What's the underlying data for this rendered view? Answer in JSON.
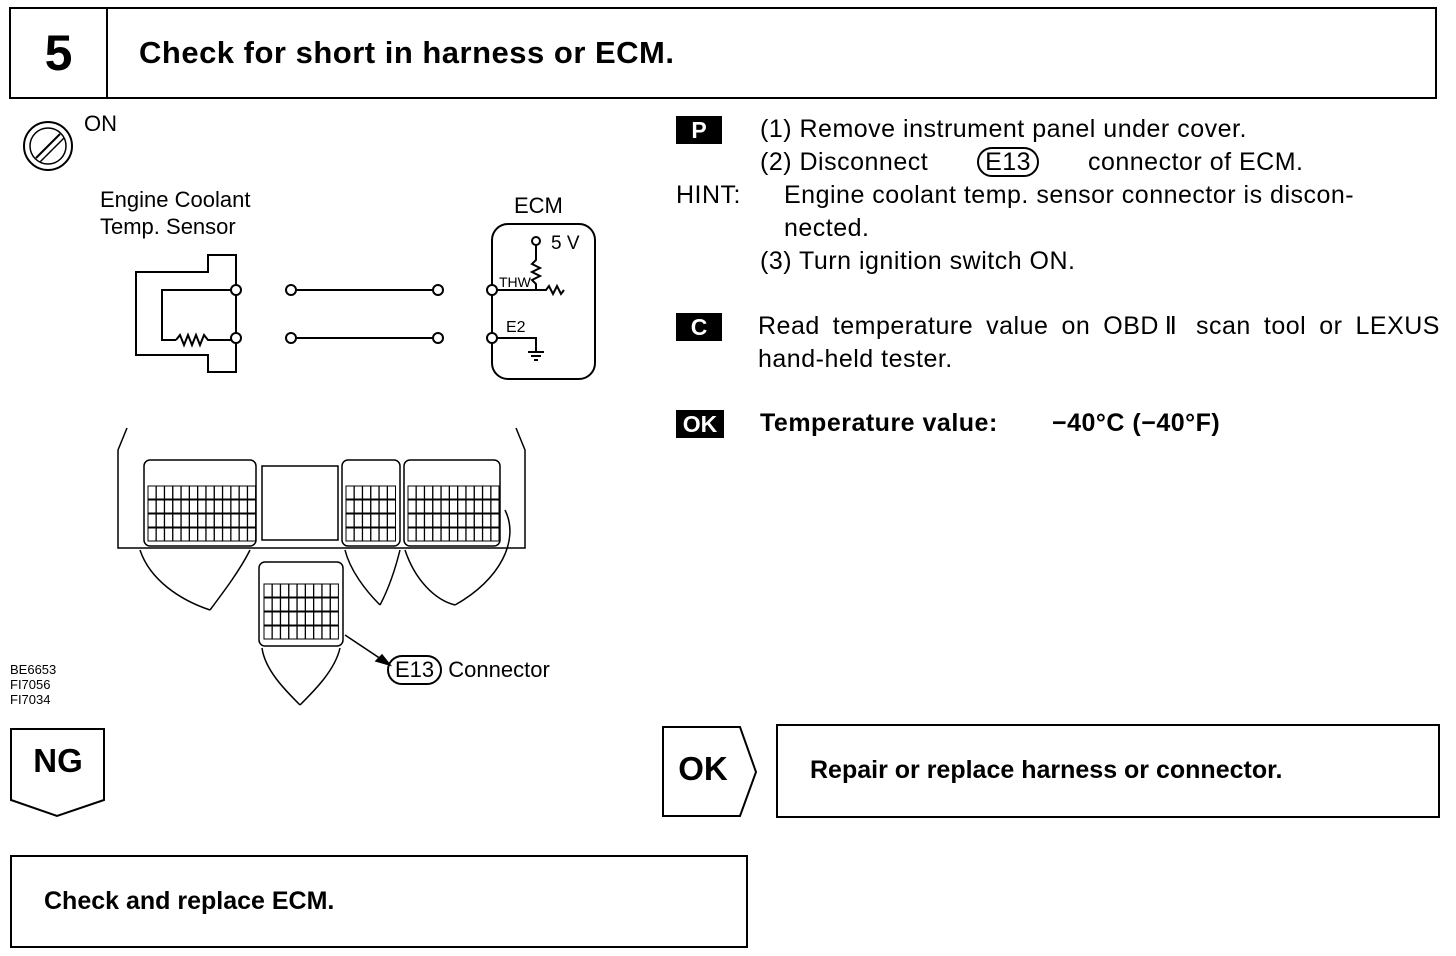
{
  "step": {
    "number": "5",
    "title": "Check for short in harness or ECM."
  },
  "diagram": {
    "ignition_label": "ON",
    "sensor_label_line1": "Engine Coolant",
    "sensor_label_line2": "Temp. Sensor",
    "ecm_label": "ECM",
    "voltage_label": "5 V",
    "thw_label": "THW",
    "e2_label": "E2",
    "connector_code": "E13",
    "connector_label": "Connector",
    "figure_codes": [
      "BE6653",
      "FI7056",
      "FI7034"
    ]
  },
  "procedure": {
    "p_badge": "P",
    "step1": "(1) Remove instrument panel under cover.",
    "step2_prefix": "(2) Disconnect",
    "step2_connector": "E13",
    "step2_suffix": "connector of ECM.",
    "hint_label": "HINT:",
    "hint_line1": "Engine coolant temp. sensor connector is discon-",
    "hint_line2": "nected.",
    "step3": "(3) Turn ignition switch ON.",
    "c_badge": "C",
    "check_text": "Read temperature value on OBDⅡ scan tool or LEXUS hand-held tester.",
    "ok_badge": "OK",
    "spec_label": "Temperature value:",
    "spec_value": "−40°C (−40°F)"
  },
  "results": {
    "ng_label": "NG",
    "ng_action": "Check and replace ECM.",
    "ok_label": "OK",
    "ok_action": "Repair or replace harness or connector."
  }
}
